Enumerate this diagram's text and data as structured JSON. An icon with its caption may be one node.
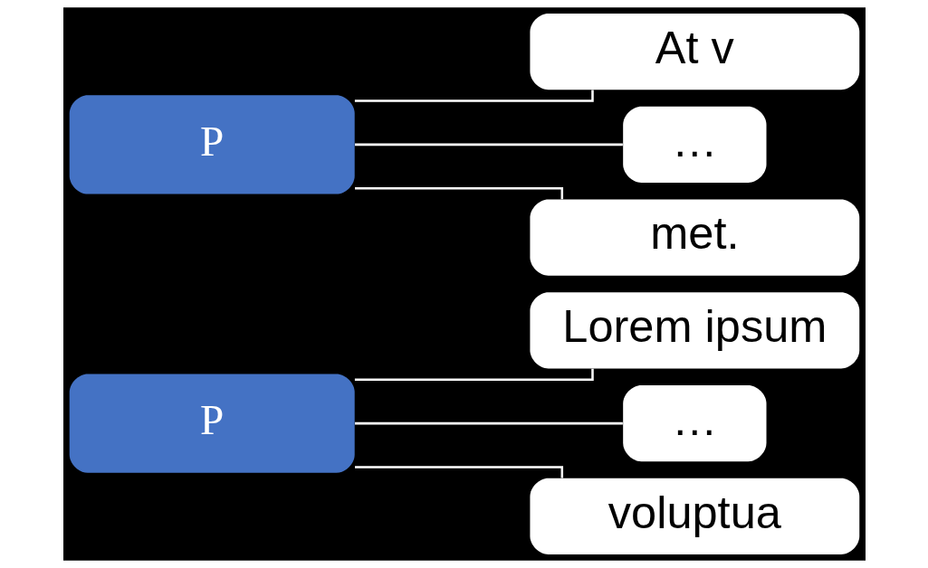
{
  "diagram": {
    "nodes": [
      {
        "text": [
          "P"
        ]
      },
      {
        "text": [
          "Lorem ipsum"
        ]
      },
      {
        "text": [
          "…"
        ]
      },
      {
        "text": [
          "voluptua"
        ]
      },
      {
        "text": [
          "P"
        ]
      },
      {
        "text": [
          "At v"
        ]
      },
      {
        "text": [
          "…"
        ]
      },
      {
        "text": [
          "met."
        ]
      }
    ],
    "edges": [
      {
        "from": 0,
        "to": 1,
        "arrow": "none"
      },
      {
        "from": 0,
        "to": 2,
        "arrow": "none"
      },
      {
        "from": 0,
        "to": 3,
        "arrow": "none"
      },
      {
        "from": 4,
        "to": 5,
        "arrow": "none"
      },
      {
        "from": 4,
        "to": 6,
        "arrow": "none"
      },
      {
        "from": 4,
        "to": 7,
        "arrow": "none"
      }
    ]
  }
}
